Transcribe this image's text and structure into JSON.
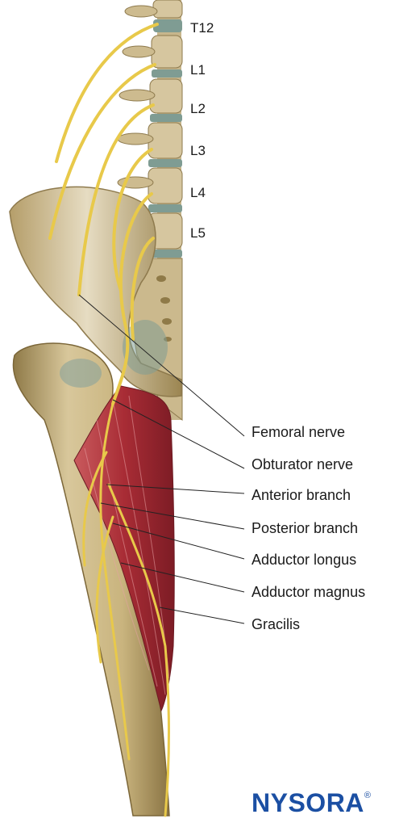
{
  "vertebra_labels": [
    "T12",
    "L1",
    "L2",
    "L3",
    "L4",
    "L5"
  ],
  "callouts": [
    "Femoral nerve",
    "Obturator nerve",
    "Anterior branch",
    "Posterior branch",
    "Adductor longus",
    "Adductor magnus",
    "Gracilis"
  ],
  "logo": {
    "text": "NYSORA",
    "mark": "®"
  },
  "colors": {
    "bone": "#d9cba8",
    "bone_shadow": "#a8935f",
    "muscle": "#a8323a",
    "nerve": "#e8c94a",
    "disc": "#8aa39b",
    "logo": "#1b4fa3"
  }
}
